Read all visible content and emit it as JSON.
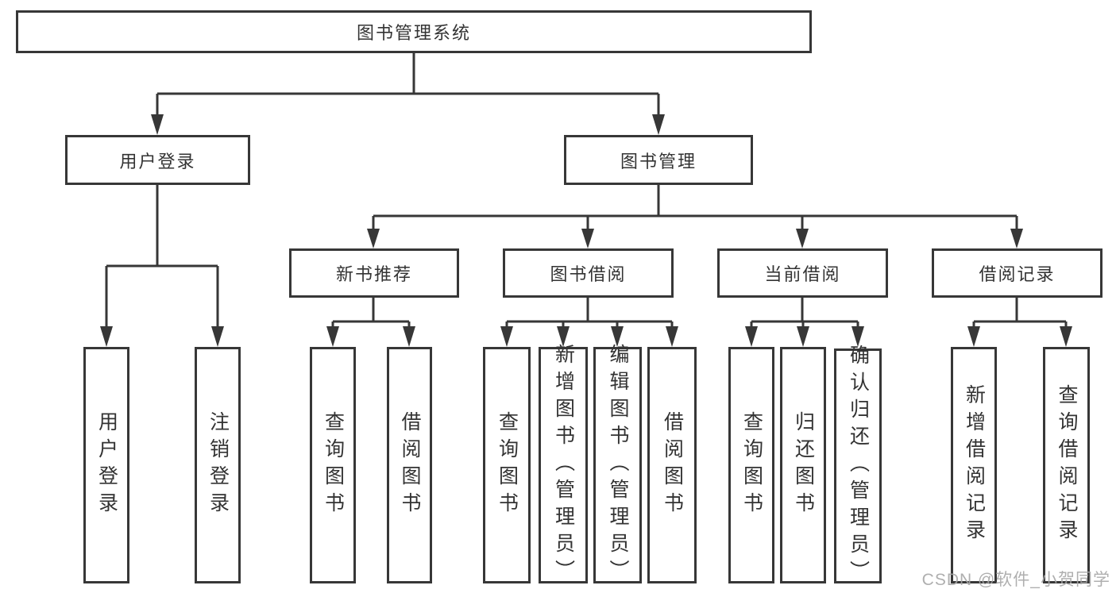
{
  "diagram": {
    "root": {
      "label": "图书管理系统"
    },
    "branches": [
      {
        "label": "用户登录",
        "children": [
          {
            "label": "用户登录"
          },
          {
            "label": "注销登录"
          }
        ]
      },
      {
        "label": "图书管理",
        "groups": [
          {
            "label": "新书推荐",
            "children": [
              {
                "label": "查询图书"
              },
              {
                "label": "借阅图书"
              }
            ]
          },
          {
            "label": "图书借阅",
            "children": [
              {
                "label": "查询图书"
              },
              {
                "label": "新增图书（管理员）"
              },
              {
                "label": "编辑图书（管理员）"
              },
              {
                "label": "借阅图书"
              }
            ]
          },
          {
            "label": "当前借阅",
            "children": [
              {
                "label": "查询图书"
              },
              {
                "label": "归还图书"
              },
              {
                "label": "确认归还（管理员）"
              }
            ]
          },
          {
            "label": "借阅记录",
            "children": [
              {
                "label": "新增借阅记录"
              },
              {
                "label": "查询借阅记录"
              }
            ]
          }
        ]
      }
    ]
  },
  "watermark": {
    "text": "CSDN @软件_小贺同学"
  },
  "colors": {
    "line": "#373737",
    "box_border": "#373737",
    "box_fill": "#ffffff",
    "text": "#333333",
    "watermark": "#a6a6a6",
    "background": "#ffffff"
  }
}
